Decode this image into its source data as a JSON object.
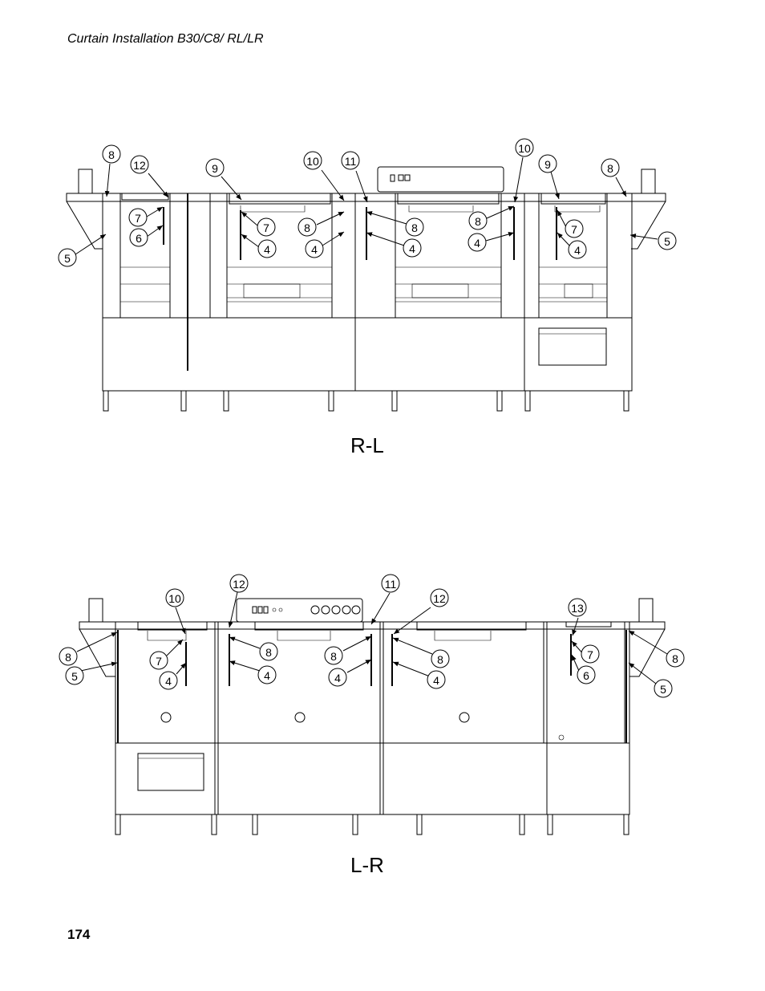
{
  "header": {
    "title": "Curtain Installation B30/C8/ RL/LR"
  },
  "footer": {
    "page_number": "174"
  },
  "diagrams": [
    {
      "label": "R-L",
      "callouts": [
        {
          "n": "8"
        },
        {
          "n": "12"
        },
        {
          "n": "9"
        },
        {
          "n": "10"
        },
        {
          "n": "11"
        },
        {
          "n": "10"
        },
        {
          "n": "9"
        },
        {
          "n": "8"
        },
        {
          "n": "7"
        },
        {
          "n": "6"
        },
        {
          "n": "5"
        },
        {
          "n": "7"
        },
        {
          "n": "8"
        },
        {
          "n": "4"
        },
        {
          "n": "4"
        },
        {
          "n": "8"
        },
        {
          "n": "4"
        },
        {
          "n": "8"
        },
        {
          "n": "4"
        },
        {
          "n": "7"
        },
        {
          "n": "4"
        },
        {
          "n": "5"
        }
      ]
    },
    {
      "label": "L-R",
      "callouts": [
        {
          "n": "12"
        },
        {
          "n": "11"
        },
        {
          "n": "10"
        },
        {
          "n": "12"
        },
        {
          "n": "13"
        },
        {
          "n": "8"
        },
        {
          "n": "5"
        },
        {
          "n": "7"
        },
        {
          "n": "4"
        },
        {
          "n": "8"
        },
        {
          "n": "4"
        },
        {
          "n": "8"
        },
        {
          "n": "4"
        },
        {
          "n": "8"
        },
        {
          "n": "4"
        },
        {
          "n": "7"
        },
        {
          "n": "6"
        },
        {
          "n": "8"
        },
        {
          "n": "5"
        }
      ]
    }
  ]
}
